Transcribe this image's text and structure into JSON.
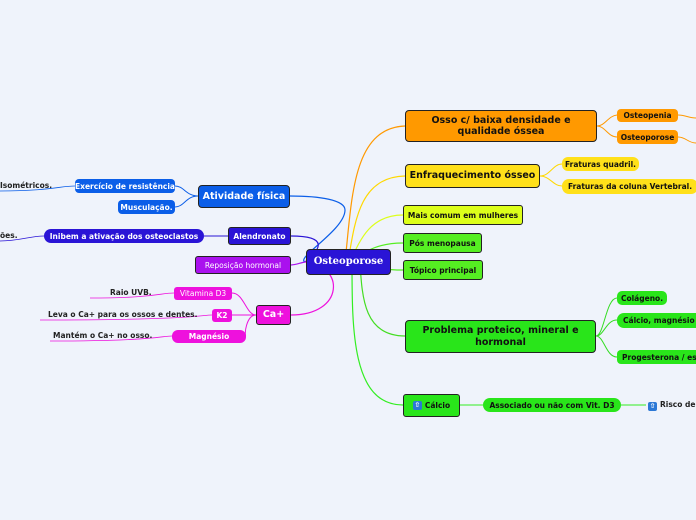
{
  "central": "Osteoporose",
  "right": {
    "osso": "Osso c/ baixa densidade e qualidade óssea",
    "osteopenia": "Osteopenia",
    "osteoporose": "Osteoporose",
    "enfraquecimento": "Enfraquecimento ósseo",
    "fraturas_quadril": "Fraturas quadril.",
    "fraturas_coluna": "Fraturas da coluna Vertebral.",
    "mulheres": "Mais comum em mulheres",
    "menopausa": "Pós menopausa",
    "topico": "Tópico principal",
    "problema": "Problema proteico, mineral e hormonal",
    "colageno": "Colágeno.",
    "calcio_magnesio": "Cálcio, magnésio",
    "progesterona": "Progesterona / es",
    "calcio": "Cálcio",
    "associado": "Associado ou não com Vit. D3",
    "risco": "Risco de"
  },
  "left": {
    "atividade": "Atividade física",
    "exercicio": "Exercício de resistência",
    "isometricos": "Isométricos.",
    "musculacao": "Musculação.",
    "alendronato": "Alendronato",
    "inibem": "Inibem a ativação dos osteoclastos",
    "oes": "ões.",
    "reposicao": "Reposição hormonal",
    "ca": "Ca+",
    "vitd3": "Vitamina D3",
    "raio": "Raio UVB.",
    "k2": "K2",
    "leva": "Leva o Ca+ para os ossos e dentes.",
    "magnesio": "Magnésio",
    "mantem": "Mantém o Ca+ no osso."
  },
  "colors": {
    "orange": "#ff9900",
    "yellow": "#ffe01a",
    "lime": "#ddff1a",
    "green": "#29e51a",
    "blue": "#0b5ee8",
    "indigo": "#2a14d6",
    "purple": "#aa11ee",
    "magenta": "#ee11dd"
  },
  "icons": {
    "calcio": "up-arrow-icon",
    "risco": "up-arrow-icon"
  }
}
